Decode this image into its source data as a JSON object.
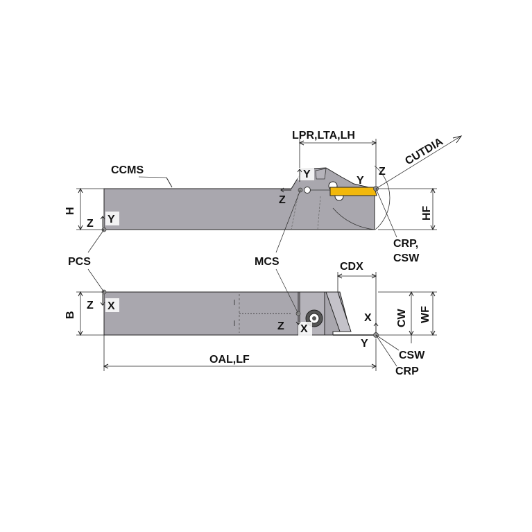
{
  "labels": {
    "ccms": "CCMS",
    "lpr_lta_lh": "LPR,LTA,LH",
    "cutdia": "CUTDIA",
    "h": "H",
    "hf": "HF",
    "pcs": "PCS",
    "mcs": "MCS",
    "crp_csw_1": "CRP,",
    "crp_csw_2": "CSW",
    "cdx": "CDX",
    "b": "B",
    "cw": "CW",
    "wf": "WF",
    "oal_lf": "OAL,LF",
    "csw": "CSW",
    "crp": "CRP"
  },
  "axes": {
    "x": "X",
    "y": "Y",
    "z": "Z"
  },
  "colors": {
    "tool_body": "#a9a7ae",
    "insert": "#f2b80c",
    "outline": "#222222",
    "points": "#8c8c8c"
  }
}
